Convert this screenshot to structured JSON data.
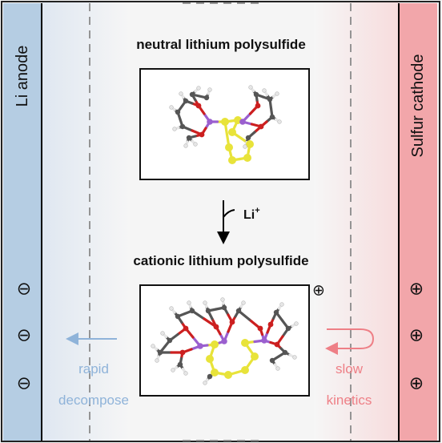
{
  "anode": {
    "label": "Li anode",
    "color": "#b5cde3"
  },
  "cathode": {
    "label": "Sulfur cathode",
    "color": "#f2a6aa"
  },
  "top_molecule": {
    "caption": "neutral lithium polysulfide"
  },
  "bottom_molecule": {
    "caption": "cationic lithium polysulfide",
    "charge": "⊕"
  },
  "reaction": {
    "reagent": "Li",
    "reagent_superscript": "+"
  },
  "anode_signs": [
    "⊖",
    "⊖",
    "⊖"
  ],
  "cathode_signs": [
    "⊕",
    "⊕",
    "⊕"
  ],
  "left_process": {
    "line1": "rapid",
    "line2": "decompose",
    "color": "#8fb3d9"
  },
  "right_process": {
    "line1": "slow",
    "line2": "kinetics",
    "color": "#ee7f86"
  },
  "atom_colors": {
    "carbon": "#555555",
    "hydrogen": "#e6e6e6",
    "oxygen": "#cc1f1f",
    "lithium": "#9a5fcf",
    "sulfur": "#e8e33a"
  }
}
